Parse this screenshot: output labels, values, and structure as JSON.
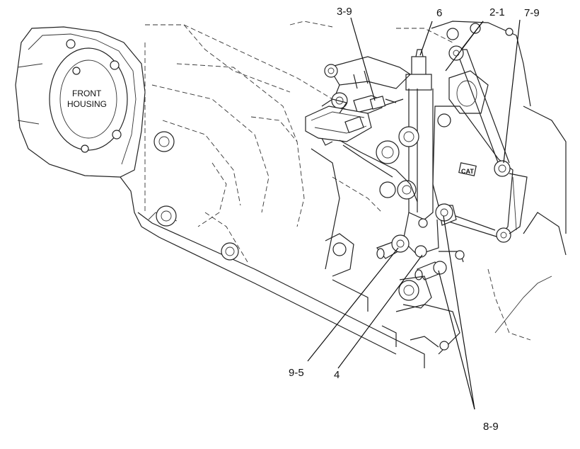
{
  "diagram": {
    "housing_label_line1": "FRONT",
    "housing_label_line2": "HOUSING",
    "callouts": {
      "c3_9": "3-9",
      "c6": "6",
      "c2_1": "2-1",
      "c7_9": "7-9",
      "c9_5": "9-5",
      "c4": "4",
      "c8_9": "8-9"
    },
    "logo_text": "CAT"
  }
}
